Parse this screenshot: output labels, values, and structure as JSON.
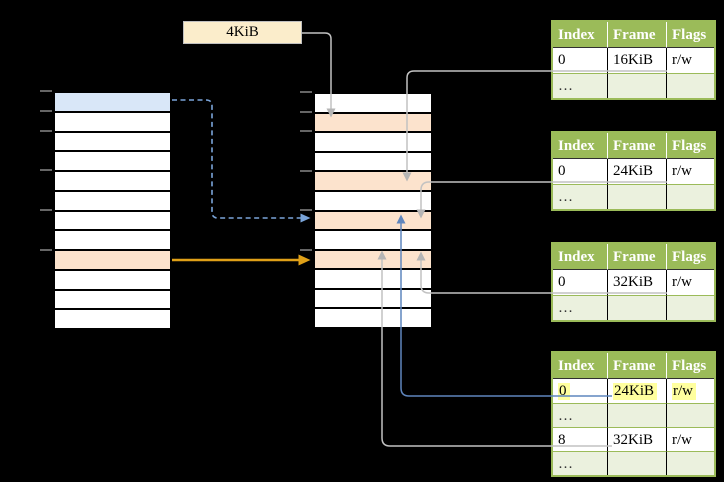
{
  "frame_label": {
    "text": "4KiB"
  },
  "virtual_memory_column": {
    "row_count": 12,
    "blue_row_index": 0,
    "orange_row_index": 8,
    "tick_count": 6
  },
  "physical_memory_column": {
    "row_count": 12,
    "orange_row_indices": [
      1,
      4,
      6,
      8
    ],
    "tick_count": 6
  },
  "page_tables": [
    {
      "name": "page-table-1",
      "header": [
        "Index",
        "Frame",
        "Flags"
      ],
      "rows": [
        [
          "0",
          "16KiB",
          "r/w"
        ],
        [
          "…",
          "",
          ""
        ]
      ]
    },
    {
      "name": "page-table-2",
      "header": [
        "Index",
        "Frame",
        "Flags"
      ],
      "rows": [
        [
          "0",
          "24KiB",
          "r/w"
        ],
        [
          "…",
          "",
          ""
        ]
      ]
    },
    {
      "name": "page-table-3",
      "header": [
        "Index",
        "Frame",
        "Flags"
      ],
      "rows": [
        [
          "0",
          "32KiB",
          "r/w"
        ],
        [
          "…",
          "",
          ""
        ]
      ]
    },
    {
      "name": "page-table-4",
      "header": [
        "Index",
        "Frame",
        "Flags"
      ],
      "rows": [
        [
          "0",
          "24KiB",
          "r/w"
        ],
        [
          "…",
          "",
          ""
        ],
        [
          "8",
          "32KiB",
          "r/w"
        ],
        [
          "…",
          "",
          ""
        ]
      ],
      "highlighted_row_index": 0
    }
  ],
  "arrows": [
    {
      "from": "frame-label-4KiB",
      "to": "physical-row-2",
      "style": "gray-solid"
    },
    {
      "from": "page-table-1-frame-16KiB",
      "to": "physical-row-5",
      "style": "gray-solid"
    },
    {
      "from": "page-table-2-frame-24KiB",
      "to": "physical-row-7",
      "style": "gray-solid"
    },
    {
      "from": "page-table-3-frame-32KiB",
      "to": "physical-row-9",
      "style": "gray-solid"
    },
    {
      "from": "page-table-4-frame-24KiB",
      "to": "physical-row-7",
      "style": "blue-solid"
    },
    {
      "from": "page-table-4-frame-32KiB",
      "to": "physical-row-9",
      "style": "gray-solid"
    },
    {
      "from": "virtual-row-1",
      "to": "physical-row-7",
      "style": "blue-dashed"
    },
    {
      "from": "virtual-row-9",
      "to": "physical-row-9",
      "style": "gold-solid"
    }
  ],
  "colors": {
    "background": "#000000",
    "table_header_green": "#9bbb59",
    "table_dots_row_green": "#ebf1de",
    "memory_orange": "#fce3cd",
    "memory_blue": "#d9e7f8",
    "frame_label_cream": "#fbedcb",
    "yellow_highlight": "#ffff9e",
    "arrow_gray": "#c2c2c2",
    "arrow_blue_solid": "#5f86bd",
    "arrow_blue_dashed": "#7aa4d9",
    "arrow_gold": "#dfa018",
    "tick_gray": "#7f7f7f"
  }
}
